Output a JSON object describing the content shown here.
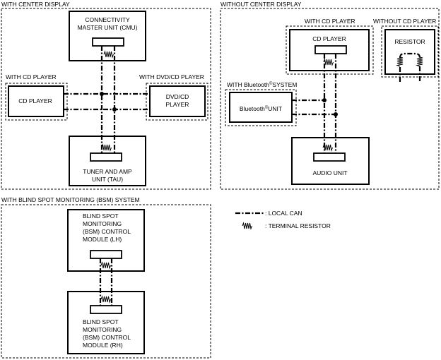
{
  "sections": {
    "center_display": "WITH CENTER DISPLAY",
    "without_center_display": "WITHOUT CENTER DISPLAY",
    "bsm_system": "WITH BLIND SPOT MONITORING (BSM) SYSTEM"
  },
  "labels": {
    "cmu_1": "CONNECTIVITY",
    "cmu_2": "MASTER UNIT (CMU)",
    "with_cd_player": "WITH CD PLAYER",
    "cd_player": "CD PLAYER",
    "with_dvd_cd": "WITH DVD/CD PLAYER",
    "dvd_1": "DVD/CD",
    "dvd_2": "PLAYER",
    "tau_1": "TUNER AND AMP",
    "tau_2": "UNIT (TAU)",
    "with_cd_player_2": "WITH CD PLAYER",
    "cd_player_2": "CD PLAYER",
    "without_cd_player": "WITHOUT CD PLAYER",
    "resistor": "RESISTOR",
    "with_bt_pre": "WITH Bluetooth",
    "with_bt_post": "SYSTEM",
    "bt_unit_pre": "Bluetooth",
    "bt_unit_post": "UNIT",
    "registered": "©",
    "audio_unit": "AUDIO UNIT",
    "bsm_lh_1": "BLIND SPOT",
    "bsm_lh_2": "MONITORING",
    "bsm_lh_3": "(BSM) CONTROL",
    "bsm_lh_4": "MODULE (LH)",
    "bsm_rh_1": "BLIND SPOT",
    "bsm_rh_2": "MONITORING",
    "bsm_rh_3": "(BSM) CONTROL",
    "bsm_rh_4": "MODULE (RH)"
  },
  "legend": {
    "local_can": ": LOCAL CAN",
    "terminal_resistor": ": TERMINAL RESISTOR"
  }
}
